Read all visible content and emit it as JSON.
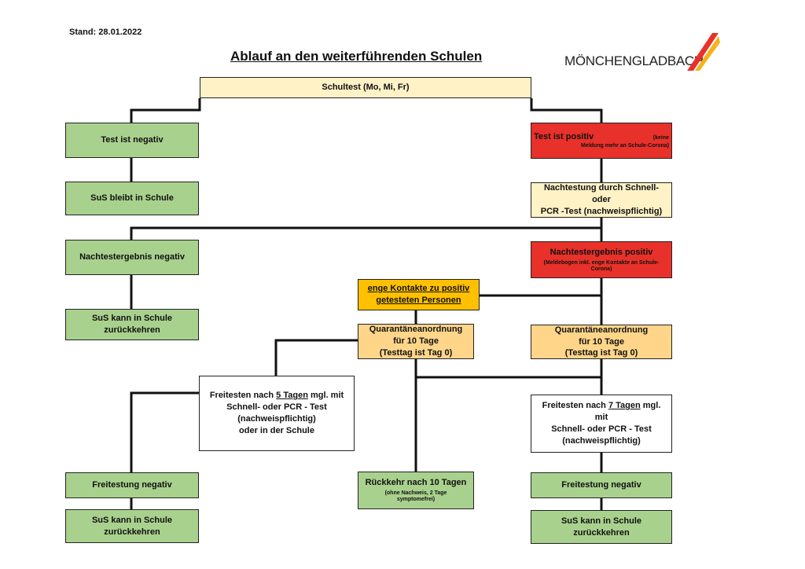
{
  "header": {
    "stand": "Stand: 28.01.2022",
    "title": "Ablauf an den weiterführenden Schulen",
    "logo_text": "MÖNCHENGLADBACH"
  },
  "colors": {
    "green": "#a9d18e",
    "red": "#e8312a",
    "orange": "#ffc000",
    "light_yellow": "#fff2c6",
    "peach": "#ffd58a"
  },
  "nodes": {
    "schultest": "Schultest (Mo, Mi, Fr)",
    "test_negativ": "Test ist negativ",
    "test_positiv": "Test ist positiv",
    "test_positiv_note_a": "(keine",
    "test_positiv_note_b": "Meldung mehr an Schule-Corona)",
    "sus_bleibt": "SuS bleibt in Schule",
    "nachtestung_1": "Nachtestung durch Schnell- oder",
    "nachtestung_2": "PCR -Test (nachweispflichtig)",
    "nachtestergebnis_negativ": "Nachtestergebnis negativ",
    "nachtestergebnis_positiv": "Nachtestergebnis positiv",
    "nachtestergebnis_positiv_note": "(Meldebogen inkl. enge Kontakte an Schule-Corona)",
    "sus_kann_zurueck_1": "SuS kann in Schule",
    "sus_kann_zurueck_2": "zurückkehren",
    "enge_kontakte_1": "enge Kontakte zu positiv",
    "enge_kontakte_2": "getesteten Personen",
    "quarantaene_links_1": "Quarantäneanordnung",
    "quarantaene_links_2": "für 10 Tage",
    "quarantaene_links_3": "(Testtag ist Tag 0)",
    "quarantaene_rechts_1": "Quarantäneanordnung",
    "quarantaene_rechts_2": "für 10 Tage",
    "quarantaene_rechts_3": "(Testtag ist Tag 0)",
    "freitesten_5_a": "Freitesten nach ",
    "freitesten_5_b": "5 Tagen",
    "freitesten_5_c": " mgl. mit",
    "freitesten_5_d": "Schnell- oder PCR - Test",
    "freitesten_5_e": "(nachweispflichtig)",
    "freitesten_5_f": "oder in der Schule",
    "freitesten_7_a": "Freitesten nach ",
    "freitesten_7_b": "7 Tagen",
    "freitesten_7_c": " mgl. mit",
    "freitesten_7_d": "Schnell- oder PCR - Test",
    "freitesten_7_e": "(nachweispflichtig)",
    "freitestung_negativ_links": "Freitestung negativ",
    "freitestung_negativ_rechts": "Freitestung negativ",
    "rueckkehr_1": "Rückkehr nach 10 Tagen",
    "rueckkehr_note_1": "(ohne Nachweis,  2 Tage",
    "rueckkehr_note_2": "symptomefrei)",
    "sus_kann_links_1": "SuS kann in Schule",
    "sus_kann_links_2": "zurückkehren",
    "sus_kann_rechts_1": "SuS kann in Schule",
    "sus_kann_rechts_2": "zurückkehren"
  }
}
